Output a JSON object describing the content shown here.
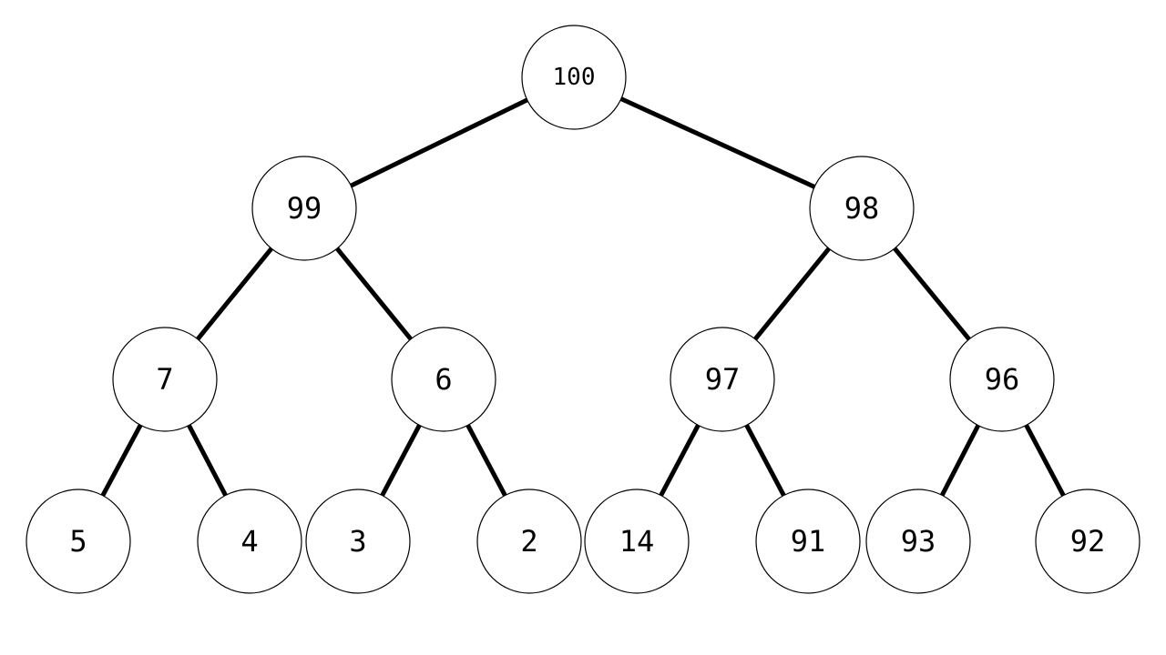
{
  "tree": {
    "colors": {
      "edge": "#000000",
      "node_fill": "#ffffff",
      "node_stroke": "#000000",
      "label": "#000000"
    },
    "nodes": [
      {
        "id": "n0",
        "label": "100"
      },
      {
        "id": "n1",
        "label": "99"
      },
      {
        "id": "n2",
        "label": "98"
      },
      {
        "id": "n3",
        "label": "7"
      },
      {
        "id": "n4",
        "label": "6"
      },
      {
        "id": "n5",
        "label": "97"
      },
      {
        "id": "n6",
        "label": "96"
      },
      {
        "id": "n7",
        "label": "5"
      },
      {
        "id": "n8",
        "label": "4"
      },
      {
        "id": "n9",
        "label": "3"
      },
      {
        "id": "n10",
        "label": "2"
      },
      {
        "id": "n11",
        "label": "14"
      },
      {
        "id": "n12",
        "label": "91"
      },
      {
        "id": "n13",
        "label": "93"
      },
      {
        "id": "n14",
        "label": "92"
      }
    ],
    "edges": [
      {
        "from": "n0",
        "to": "n1"
      },
      {
        "from": "n0",
        "to": "n2"
      },
      {
        "from": "n1",
        "to": "n3"
      },
      {
        "from": "n1",
        "to": "n4"
      },
      {
        "from": "n2",
        "to": "n5"
      },
      {
        "from": "n2",
        "to": "n6"
      },
      {
        "from": "n3",
        "to": "n7"
      },
      {
        "from": "n3",
        "to": "n8"
      },
      {
        "from": "n4",
        "to": "n9"
      },
      {
        "from": "n4",
        "to": "n10"
      },
      {
        "from": "n5",
        "to": "n11"
      },
      {
        "from": "n5",
        "to": "n12"
      },
      {
        "from": "n6",
        "to": "n13"
      },
      {
        "from": "n6",
        "to": "n14"
      }
    ]
  }
}
